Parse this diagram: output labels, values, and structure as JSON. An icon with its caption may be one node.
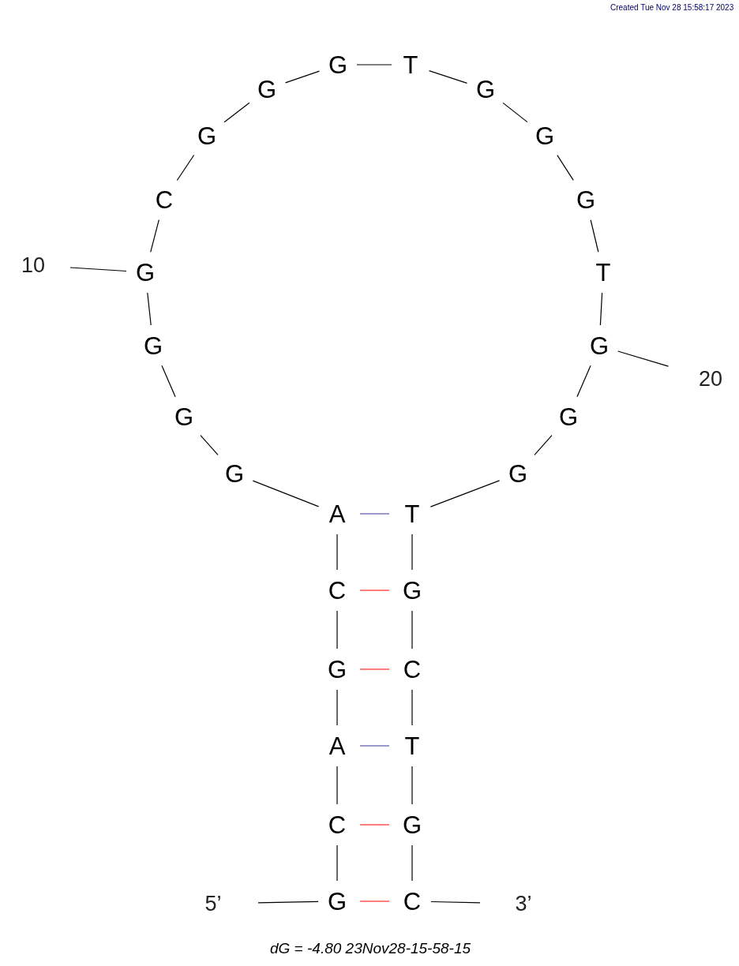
{
  "diagram": {
    "caption": "dG = -4.80 23Nov28-15-58-15",
    "nodes": [
      {
        "text": [
          "G"
        ]
      },
      {
        "text": [
          "C"
        ]
      },
      {
        "text": [
          "A"
        ]
      },
      {
        "text": [
          "G"
        ]
      },
      {
        "text": [
          "C"
        ]
      },
      {
        "text": [
          "A"
        ]
      },
      {
        "text": [
          "G"
        ]
      },
      {
        "text": [
          "G"
        ]
      },
      {
        "text": [
          "G"
        ]
      },
      {
        "text": [
          "G"
        ]
      },
      {
        "text": [
          "C"
        ]
      },
      {
        "text": [
          "G"
        ]
      },
      {
        "text": [
          "G"
        ]
      },
      {
        "text": [
          "G"
        ]
      },
      {
        "text": [
          "T"
        ]
      },
      {
        "text": [
          "G"
        ]
      },
      {
        "text": [
          "G"
        ]
      },
      {
        "text": [
          "G"
        ]
      },
      {
        "text": [
          "T"
        ]
      },
      {
        "text": [
          "G"
        ]
      },
      {
        "text": [
          "G"
        ]
      },
      {
        "text": [
          "G"
        ]
      },
      {
        "text": [
          "T"
        ]
      },
      {
        "text": [
          "G"
        ]
      },
      {
        "text": [
          "C"
        ]
      },
      {
        "text": [
          "T"
        ]
      },
      {
        "text": [
          "G"
        ]
      },
      {
        "text": [
          "C"
        ]
      },
      {
        "text": [
          "10"
        ]
      },
      {
        "text": [
          "20"
        ]
      },
      {
        "text": [
          "5’"
        ]
      },
      {
        "text": [
          "3’"
        ]
      }
    ],
    "edges": [
      {
        "from": 0,
        "to": 1,
        "arrow": "none"
      },
      {
        "from": 1,
        "to": 2,
        "arrow": "none"
      },
      {
        "from": 2,
        "to": 3,
        "arrow": "none"
      },
      {
        "from": 3,
        "to": 4,
        "arrow": "none"
      },
      {
        "from": 4,
        "to": 5,
        "arrow": "none"
      },
      {
        "from": 5,
        "to": 6,
        "arrow": "none"
      },
      {
        "from": 6,
        "to": 7,
        "arrow": "none"
      },
      {
        "from": 7,
        "to": 8,
        "arrow": "none"
      },
      {
        "from": 8,
        "to": 9,
        "arrow": "none"
      },
      {
        "from": 9,
        "to": 10,
        "arrow": "none"
      },
      {
        "from": 10,
        "to": 11,
        "arrow": "none"
      },
      {
        "from": 11,
        "to": 12,
        "arrow": "none"
      },
      {
        "from": 12,
        "to": 13,
        "arrow": "none"
      },
      {
        "from": 13,
        "to": 14,
        "arrow": "none"
      },
      {
        "from": 14,
        "to": 15,
        "arrow": "none"
      },
      {
        "from": 15,
        "to": 16,
        "arrow": "none"
      },
      {
        "from": 16,
        "to": 17,
        "arrow": "none"
      },
      {
        "from": 17,
        "to": 18,
        "arrow": "none"
      },
      {
        "from": 18,
        "to": 19,
        "arrow": "none"
      },
      {
        "from": 19,
        "to": 20,
        "arrow": "none"
      },
      {
        "from": 20,
        "to": 21,
        "arrow": "none"
      },
      {
        "from": 21,
        "to": 22,
        "arrow": "none"
      },
      {
        "from": 22,
        "to": 23,
        "arrow": "none"
      },
      {
        "from": 23,
        "to": 24,
        "arrow": "none"
      },
      {
        "from": 24,
        "to": 25,
        "arrow": "none"
      },
      {
        "from": 25,
        "to": 26,
        "arrow": "none"
      },
      {
        "from": 26,
        "to": 27,
        "arrow": "none"
      },
      {
        "from": 5,
        "to": 22,
        "arrow": "none",
        "color": "#333399"
      },
      {
        "from": 4,
        "to": 23,
        "arrow": "none",
        "color": "#ff0000"
      },
      {
        "from": 3,
        "to": 24,
        "arrow": "none",
        "color": "#ff0000"
      },
      {
        "from": 2,
        "to": 25,
        "arrow": "none",
        "color": "#333399"
      },
      {
        "from": 1,
        "to": 26,
        "arrow": "none",
        "color": "#ff0000"
      },
      {
        "from": 0,
        "to": 27,
        "arrow": "none",
        "color": "#ff0000"
      },
      {
        "from": 28,
        "to": 9,
        "arrow": "none"
      },
      {
        "from": 29,
        "to": 19,
        "arrow": "none"
      },
      {
        "from": 30,
        "to": 0,
        "arrow": "none"
      },
      {
        "from": 31,
        "to": 27,
        "arrow": "none"
      }
    ],
    "labels": [
      "Created Tue Nov 28 15:58:17 2023"
    ]
  }
}
